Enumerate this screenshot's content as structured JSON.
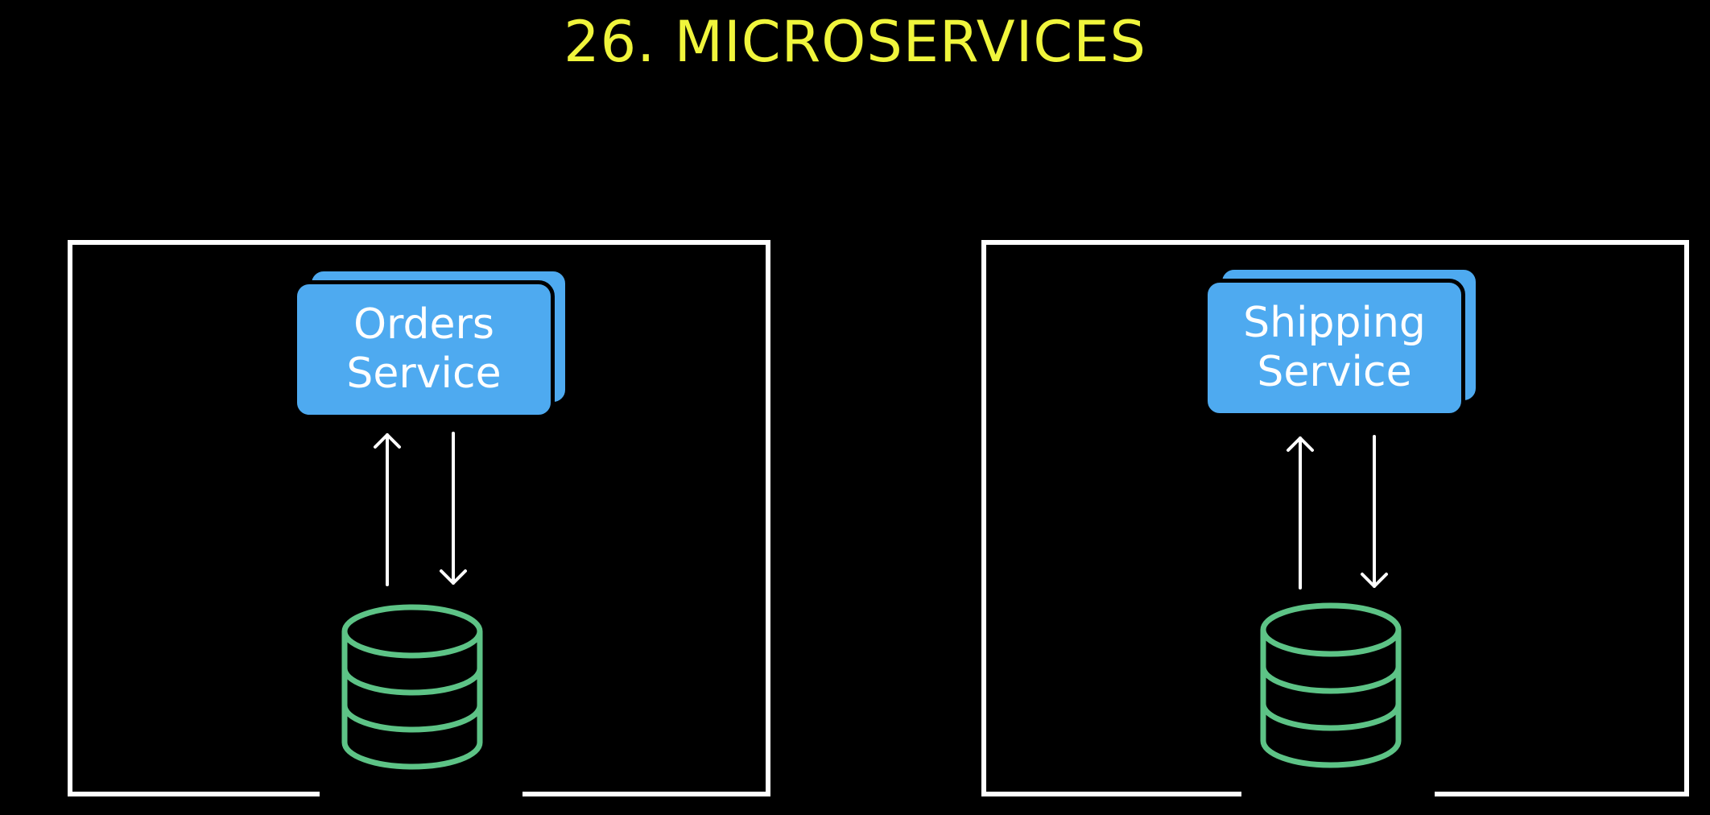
{
  "slide": {
    "title": "26. MICROSERVICES"
  },
  "colors": {
    "background": "#000000",
    "title": "#f0f53c",
    "panel_border": "#ffffff",
    "service_fill": "#4eaaf0",
    "arrow": "#ffffff",
    "database_stroke": "#5dc386"
  },
  "panels": [
    {
      "service_label": "Orders\nService"
    },
    {
      "service_label": "Shipping\nService"
    }
  ]
}
